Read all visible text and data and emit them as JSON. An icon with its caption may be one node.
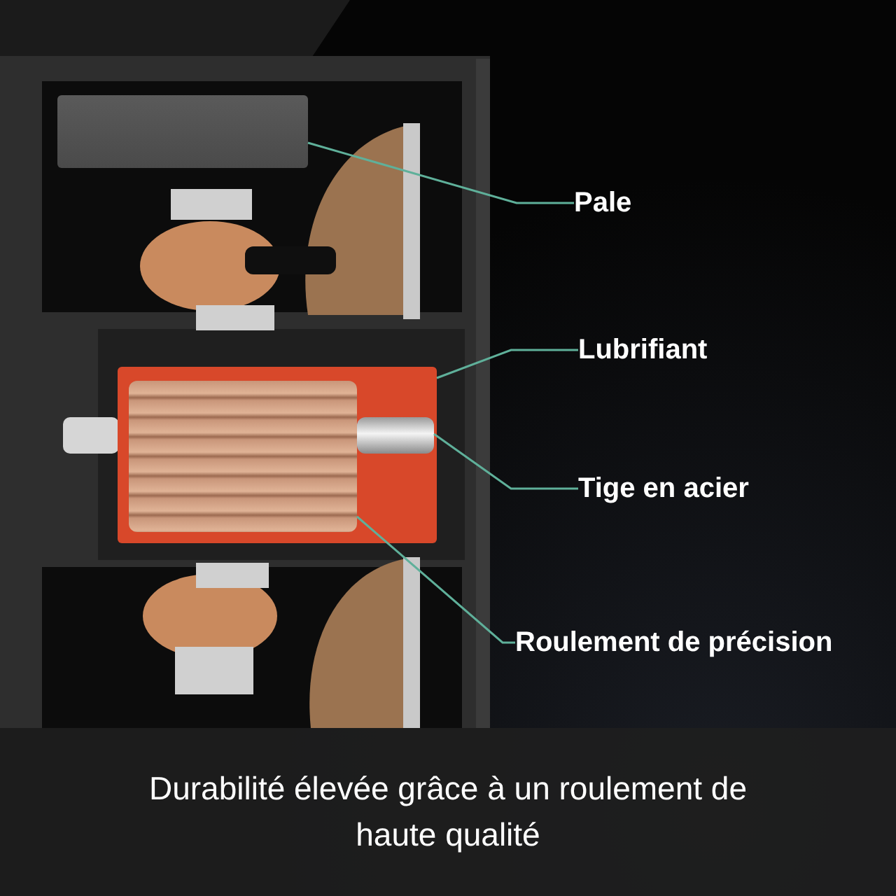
{
  "diagram": {
    "caption": "Durabilité élevée grâce à un roulement de haute qualité",
    "nodes": [
      {
        "text": [
          "Pale"
        ]
      },
      {
        "text": [
          "Lubrifiant"
        ]
      },
      {
        "text": [
          "Tige en acier"
        ]
      },
      {
        "text": [
          "Roulement de précision"
        ]
      },
      {
        "text": [],
        "shape": "box"
      },
      {
        "text": [],
        "shape": "box"
      },
      {
        "text": [],
        "shape": "cylinder",
        "in": 5
      },
      {
        "text": [],
        "shape": "cylinder",
        "in": 5
      }
    ],
    "edges": [
      {
        "from": 0,
        "to": 4,
        "arrow": "none"
      },
      {
        "from": 1,
        "to": 5,
        "arrow": "none"
      },
      {
        "from": 2,
        "to": 7,
        "arrow": "none"
      },
      {
        "from": 3,
        "to": 6,
        "arrow": "none"
      }
    ]
  }
}
